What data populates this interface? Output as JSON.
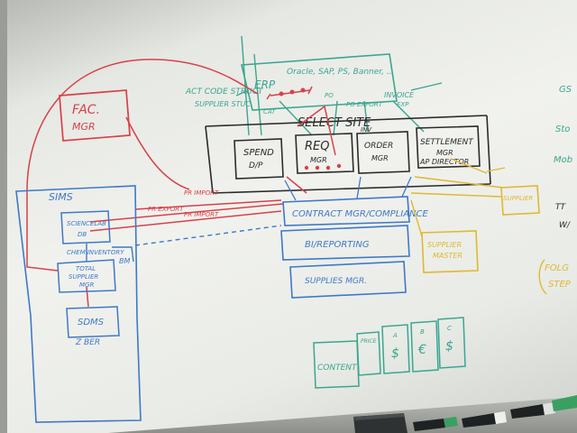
{
  "colors": {
    "teal": "#3aa690",
    "black": "#2b2b2b",
    "red": "#d8404a",
    "blue": "#3f78c8",
    "yellow": "#e0b830",
    "green": "#3aa062",
    "gray": "#8e928c"
  },
  "labels": {
    "erp_systems": "Oracle, SAP, PS, Banner, ...",
    "act_code_struct": "ACT CODE STRUCT",
    "erp": "ERP",
    "supplier_stuc": "SUPPLIER STUC",
    "cat": "CAT",
    "po": "PO",
    "po_export": "PO EXPORT",
    "invoice": "INVOICE",
    "exp": "EXP",
    "inv": "INV",
    "fac_mgr_line1": "FAC.",
    "fac_mgr_line2": "MGR",
    "select_site": "SELECT SITE",
    "spend_line1": "SPEND",
    "spend_line2": "D/P",
    "req_line1": "REQ",
    "req_line2": "MGR",
    "order_line1": "ORDER",
    "order_line2": "MGR",
    "settlement_line1": "SETTLEMENT",
    "settlement_line2": "MGR",
    "settlement_line3": "AP DIRECTOR",
    "sims": "SIMS",
    "sciencelab_line1": "SCIENCELAB",
    "sciencelab_line2": "DB",
    "chem_inventory": "CHEM INVENTORY",
    "total_supplier_line1": "TOTAL",
    "total_supplier_line2": "SUPPLIER",
    "total_supplier_line3": "MGR",
    "bm": "BM",
    "sdms": "SDMS",
    "z_ber": "Z BER",
    "pr_import": "PR IMPORT",
    "pr_export": "PR EXPORT",
    "pr_import_2": "PR IMPORT",
    "contract": "CONTRACT MGR/COMPLIANCE",
    "bi_reporting": "BI/REPORTING",
    "supplies_mgr": "SUPPLIES MGR.",
    "supplier_master_line1": "SUPPLIER",
    "supplier_master_line2": "MASTER",
    "supplier_right": "SUPPLIER",
    "content": "CONTENT",
    "price": "PRICE",
    "col_a_header": "A",
    "col_b_header": "B",
    "col_c_header": "C",
    "dollar_a": "$",
    "euro": "€",
    "dollar_c": "$",
    "right_g": "GS",
    "right_s": "Sto",
    "right_m": "Mob",
    "right_t1": "TT",
    "right_t2": "W/",
    "right_f1": "FOLG",
    "right_f2": "STEP"
  }
}
